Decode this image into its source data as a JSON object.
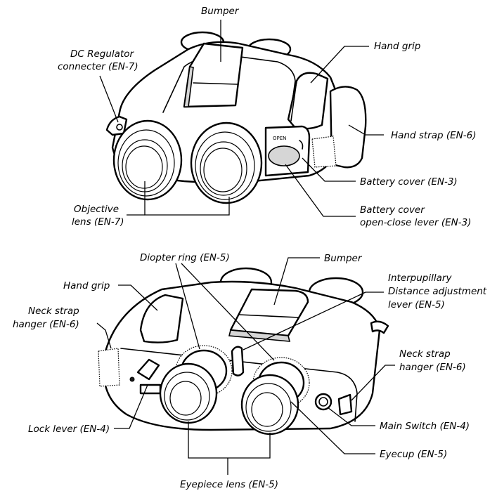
{
  "top_view": {
    "labels": {
      "bumper": "Bumper",
      "dc_regulator_line1": "DC Regulator",
      "dc_regulator_line2": "connecter (EN-7)",
      "hand_grip": "Hand grip",
      "hand_strap": "Hand strap (EN-6)",
      "battery_cover": "Battery cover (EN-3)",
      "battery_lever_line1": "Battery cover",
      "battery_lever_line2": "open-close lever (EN-3)",
      "objective_line1": "Objective",
      "objective_line2": "lens (EN-7)",
      "open_marking": "OPEN"
    }
  },
  "bottom_view": {
    "labels": {
      "diopter_ring": "Diopter ring (EN-5)",
      "bumper": "Bumper",
      "interpupillary_line1": "Interpupillary",
      "interpupillary_line2": "Distance adjustment",
      "interpupillary_line3": "lever (EN-5)",
      "hand_grip": "Hand grip",
      "neck_strap_left_line1": "Neck strap",
      "neck_strap_left_line2": "hanger (EN-6)",
      "neck_strap_right_line1": "Neck strap",
      "neck_strap_right_line2": "hanger (EN-6)",
      "lock_lever": "Lock lever (EN-4)",
      "main_switch": "Main Switch (EN-4)",
      "eyecup": "Eyecup (EN-5)",
      "eyepiece": "Eyepiece lens (EN-5)"
    }
  }
}
